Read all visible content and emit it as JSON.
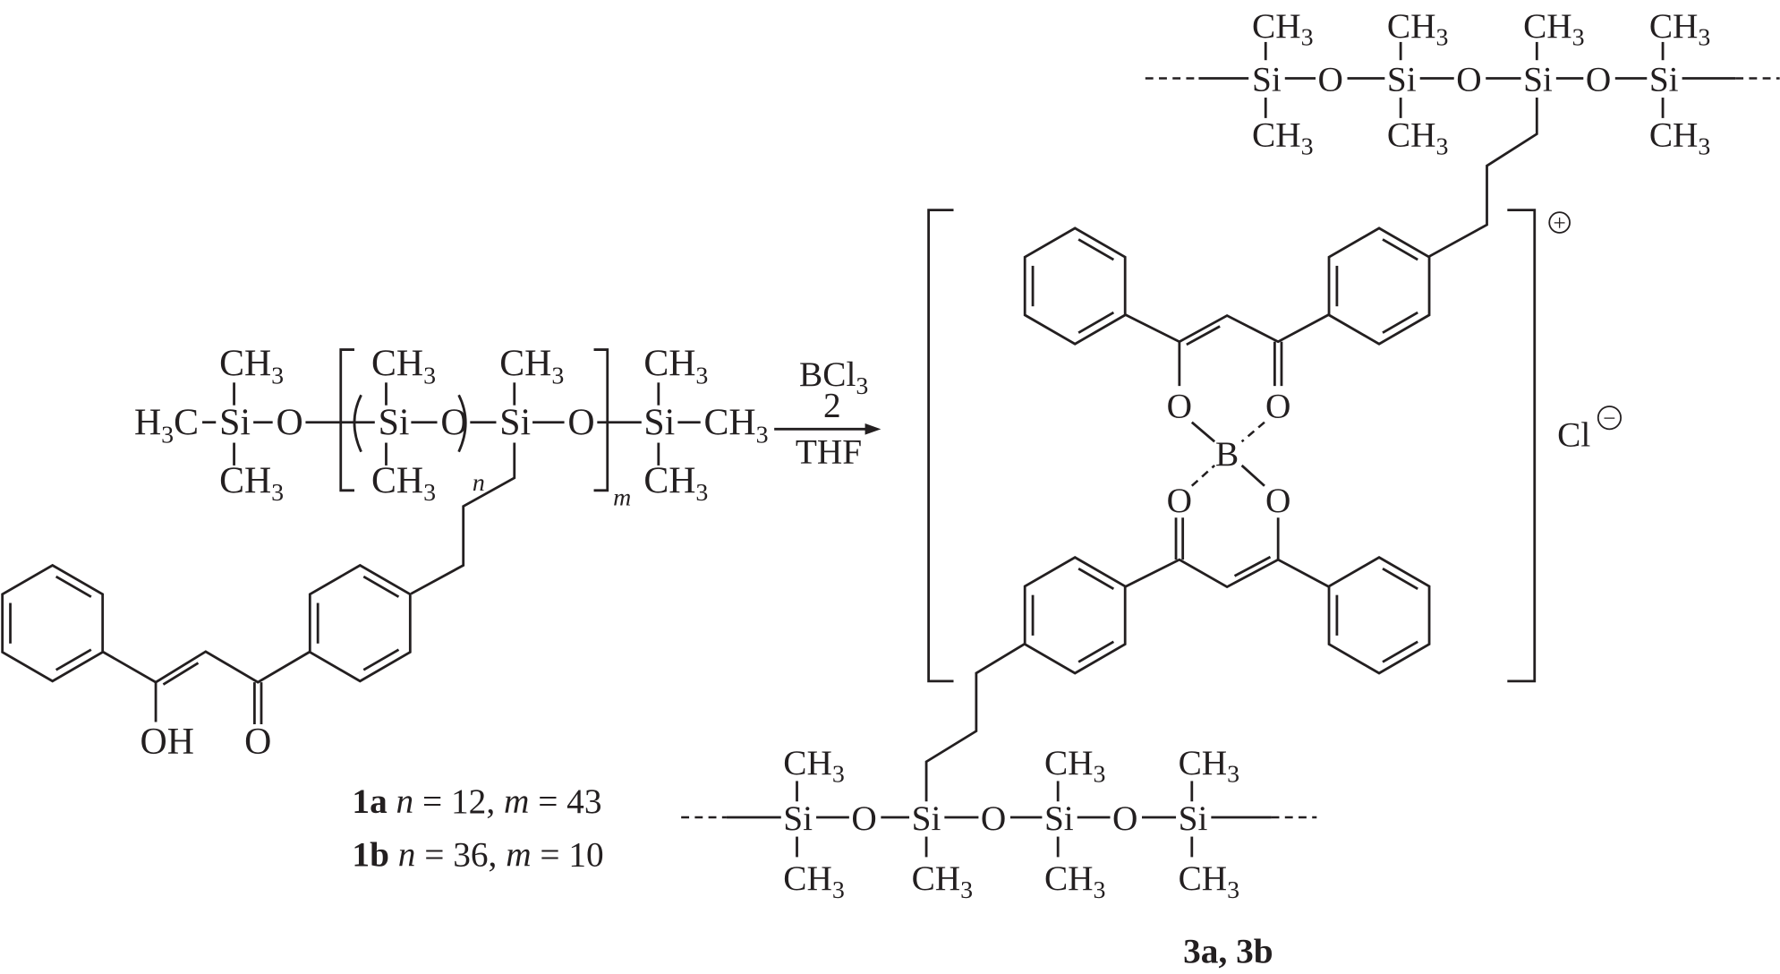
{
  "atoms": {
    "si": "Si",
    "o": "O",
    "b": "B",
    "ch": "CH",
    "h": "H",
    "c": "C",
    "three": "3",
    "oh": "OH",
    "cl": "Cl",
    "n": "n",
    "m": "m"
  },
  "reagents": {
    "reagent": "BCl",
    "reagent_sub": "3",
    "equiv": "2",
    "solvent": "THF"
  },
  "charges": {
    "plus": "+",
    "minus": "−"
  },
  "captions": {
    "c1a": {
      "compound": "1a",
      "n_eq": " = 12, ",
      "m_eq": " = 43"
    },
    "c1b": {
      "compound": "1b",
      "n_eq": " = 36, ",
      "m_eq": " = 10"
    },
    "product": "3a, 3b"
  }
}
